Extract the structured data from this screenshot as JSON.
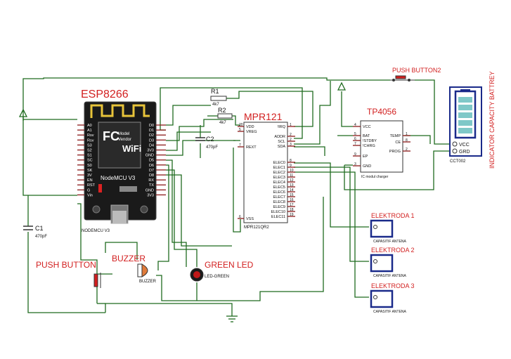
{
  "esp": {
    "title": "ESP8266",
    "footer": "NODEMCU V3",
    "board_label": "NodeMCU V3",
    "left_pins": [
      "A0",
      "A1",
      "Rsv",
      "Rsv",
      "S3",
      "S2",
      "S1",
      "SC",
      "S0",
      "SK",
      "3V",
      "EN",
      "RST",
      "G",
      "Vin"
    ],
    "right_pins": [
      "D0",
      "D1",
      "D2",
      "D3",
      "D4",
      "3V3",
      "GND",
      "D5",
      "D6",
      "D7",
      "D8",
      "RX",
      "TX",
      "GND",
      "3V3"
    ]
  },
  "mpr": {
    "title": "MPR121",
    "footer": "MPR121QR2",
    "left_pins": [
      {
        "num": "20",
        "name": "VDD"
      },
      {
        "num": "5",
        "name": "VREG"
      },
      {
        "num": "7",
        "name": "REXT"
      },
      {
        "num": "6",
        "name": "VSS"
      }
    ],
    "right_pins": [
      {
        "num": "1",
        "name": "!IRQ"
      },
      {
        "num": "2",
        "name": "ADDR"
      },
      {
        "num": "2",
        "name": "SCL"
      },
      {
        "num": "3",
        "name": "SDA"
      },
      {
        "num": "8",
        "name": "ELEC0"
      },
      {
        "num": "9",
        "name": "ELEC1"
      },
      {
        "num": "10",
        "name": "ELEC2"
      },
      {
        "num": "11",
        "name": "ELEC3"
      },
      {
        "num": "12",
        "name": "ELEC4"
      },
      {
        "num": "13",
        "name": "ELEC5"
      },
      {
        "num": "14",
        "name": "ELEC6"
      },
      {
        "num": "15",
        "name": "ELEC7"
      },
      {
        "num": "16",
        "name": "ELEC8"
      },
      {
        "num": "17",
        "name": "ELEC9"
      },
      {
        "num": "18",
        "name": "ELEC10"
      },
      {
        "num": "19",
        "name": "ELEC11"
      }
    ]
  },
  "tp": {
    "title": "TP4056",
    "footer": "IC modul charger",
    "left_pins": [
      {
        "num": "4",
        "name": "VCC"
      },
      {
        "num": "5",
        "name": "BAT"
      },
      {
        "num": "6",
        "name": "!STDBY"
      },
      {
        "num": "7",
        "name": "!CHRG"
      },
      {
        "num": "9",
        "name": "EP"
      },
      {
        "num": "3",
        "name": "GND"
      }
    ],
    "right_pins": [
      {
        "num": "1",
        "name": "TEMP"
      },
      {
        "num": "8",
        "name": "CE"
      },
      {
        "num": "2",
        "name": "PROG"
      }
    ]
  },
  "resistors": [
    {
      "name": "R1",
      "value": "4k7"
    },
    {
      "name": "R2",
      "value": "4k7"
    }
  ],
  "caps": [
    {
      "name": "C1",
      "value": "470pF"
    },
    {
      "name": "C2",
      "value": "470pF"
    }
  ],
  "push_button": "PUSH BUTTON",
  "push_button2": "PUSH BUTTON2",
  "buzzer": {
    "title": "BUZZER",
    "label": "BUZZER"
  },
  "led": {
    "title": "GREEN LED",
    "label": "LED-GREEN"
  },
  "battery": {
    "title": "INDICATOR CAPACITY BATTREY",
    "vcc": "VCC",
    "grd": "GRD",
    "part": "CCT002"
  },
  "electrodes": [
    {
      "title": "ELEKTRODA 1",
      "part": "CAPASITIF ANTENA"
    },
    {
      "title": "ELEKTRODA 2",
      "part": "CAPASITIF ANTENA"
    },
    {
      "title": "ELEKTRODA 3",
      "part": "CAPASITIF ANTENA"
    }
  ],
  "colors": {
    "wire": "#1f6b1f",
    "label_red": "#d21f1f",
    "board": "#1a1a1a",
    "antenna": "#e8c43a",
    "chip_border": "#333333",
    "electrode": "#1a2a8a",
    "battery_fill": "#7fc8c8"
  }
}
